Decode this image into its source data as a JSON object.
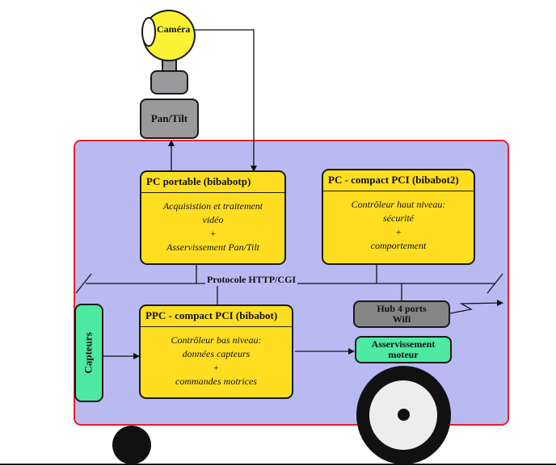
{
  "camera": {
    "label": "Caméra"
  },
  "pan_tilt": {
    "label": "Pan/Tilt"
  },
  "pc_portable": {
    "title": "PC portable (bibabotp)",
    "lines": [
      "Acquisistion et traitement",
      "vidéo",
      "+",
      "Asservissement Pan/Tilt"
    ]
  },
  "pc_compact": {
    "title": "PC - compact PCI (bibabot2)",
    "lines": [
      "Contrôleur haut niveau:",
      "sécurité",
      "+",
      "comportement"
    ]
  },
  "network": {
    "label": "Protocole HTTP/CGI"
  },
  "hub": {
    "line1": "Hub 4 ports",
    "line2": "Wifi"
  },
  "capteurs": {
    "label": "Capteurs"
  },
  "ppc_compact": {
    "title": "PPC - compact PCI (bibabot)",
    "lines": [
      "Contrôleur bas niveau:",
      "données capteurs",
      "+",
      "commandes motrices"
    ]
  },
  "asserv": {
    "line1": "Asservissement",
    "line2": "moteur"
  },
  "colors": {
    "body_fill": "#babaf2",
    "body_border": "#e8202a",
    "computer_fill": "#ffde22",
    "sensor_fill": "#4ee9a2",
    "hub_fill": "#858585",
    "camera_fill": "#fbf235"
  }
}
